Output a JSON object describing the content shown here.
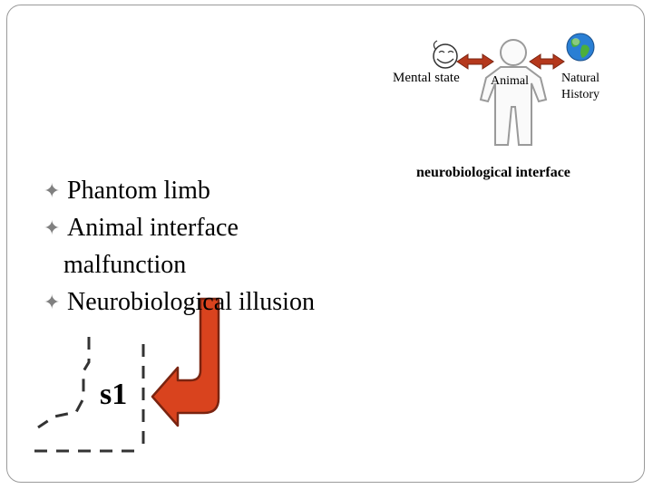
{
  "diagram": {
    "mental_state": "Mental state",
    "animal": "Animal",
    "natural_history_line1": "Natural",
    "natural_history_line2": "History",
    "interface": "neurobiological interface",
    "icons": [
      "smiley-face-icon",
      "person-figure-icon",
      "globe-icon"
    ],
    "arrow_color": "#b5381c"
  },
  "bullets": [
    {
      "text": "Phantom limb"
    },
    {
      "text": "Animal interface",
      "continuation": "malfunction"
    },
    {
      "text": "Neurobiological illusion"
    }
  ],
  "s1_label": "s1",
  "bent_arrow_color": "#d9431e"
}
